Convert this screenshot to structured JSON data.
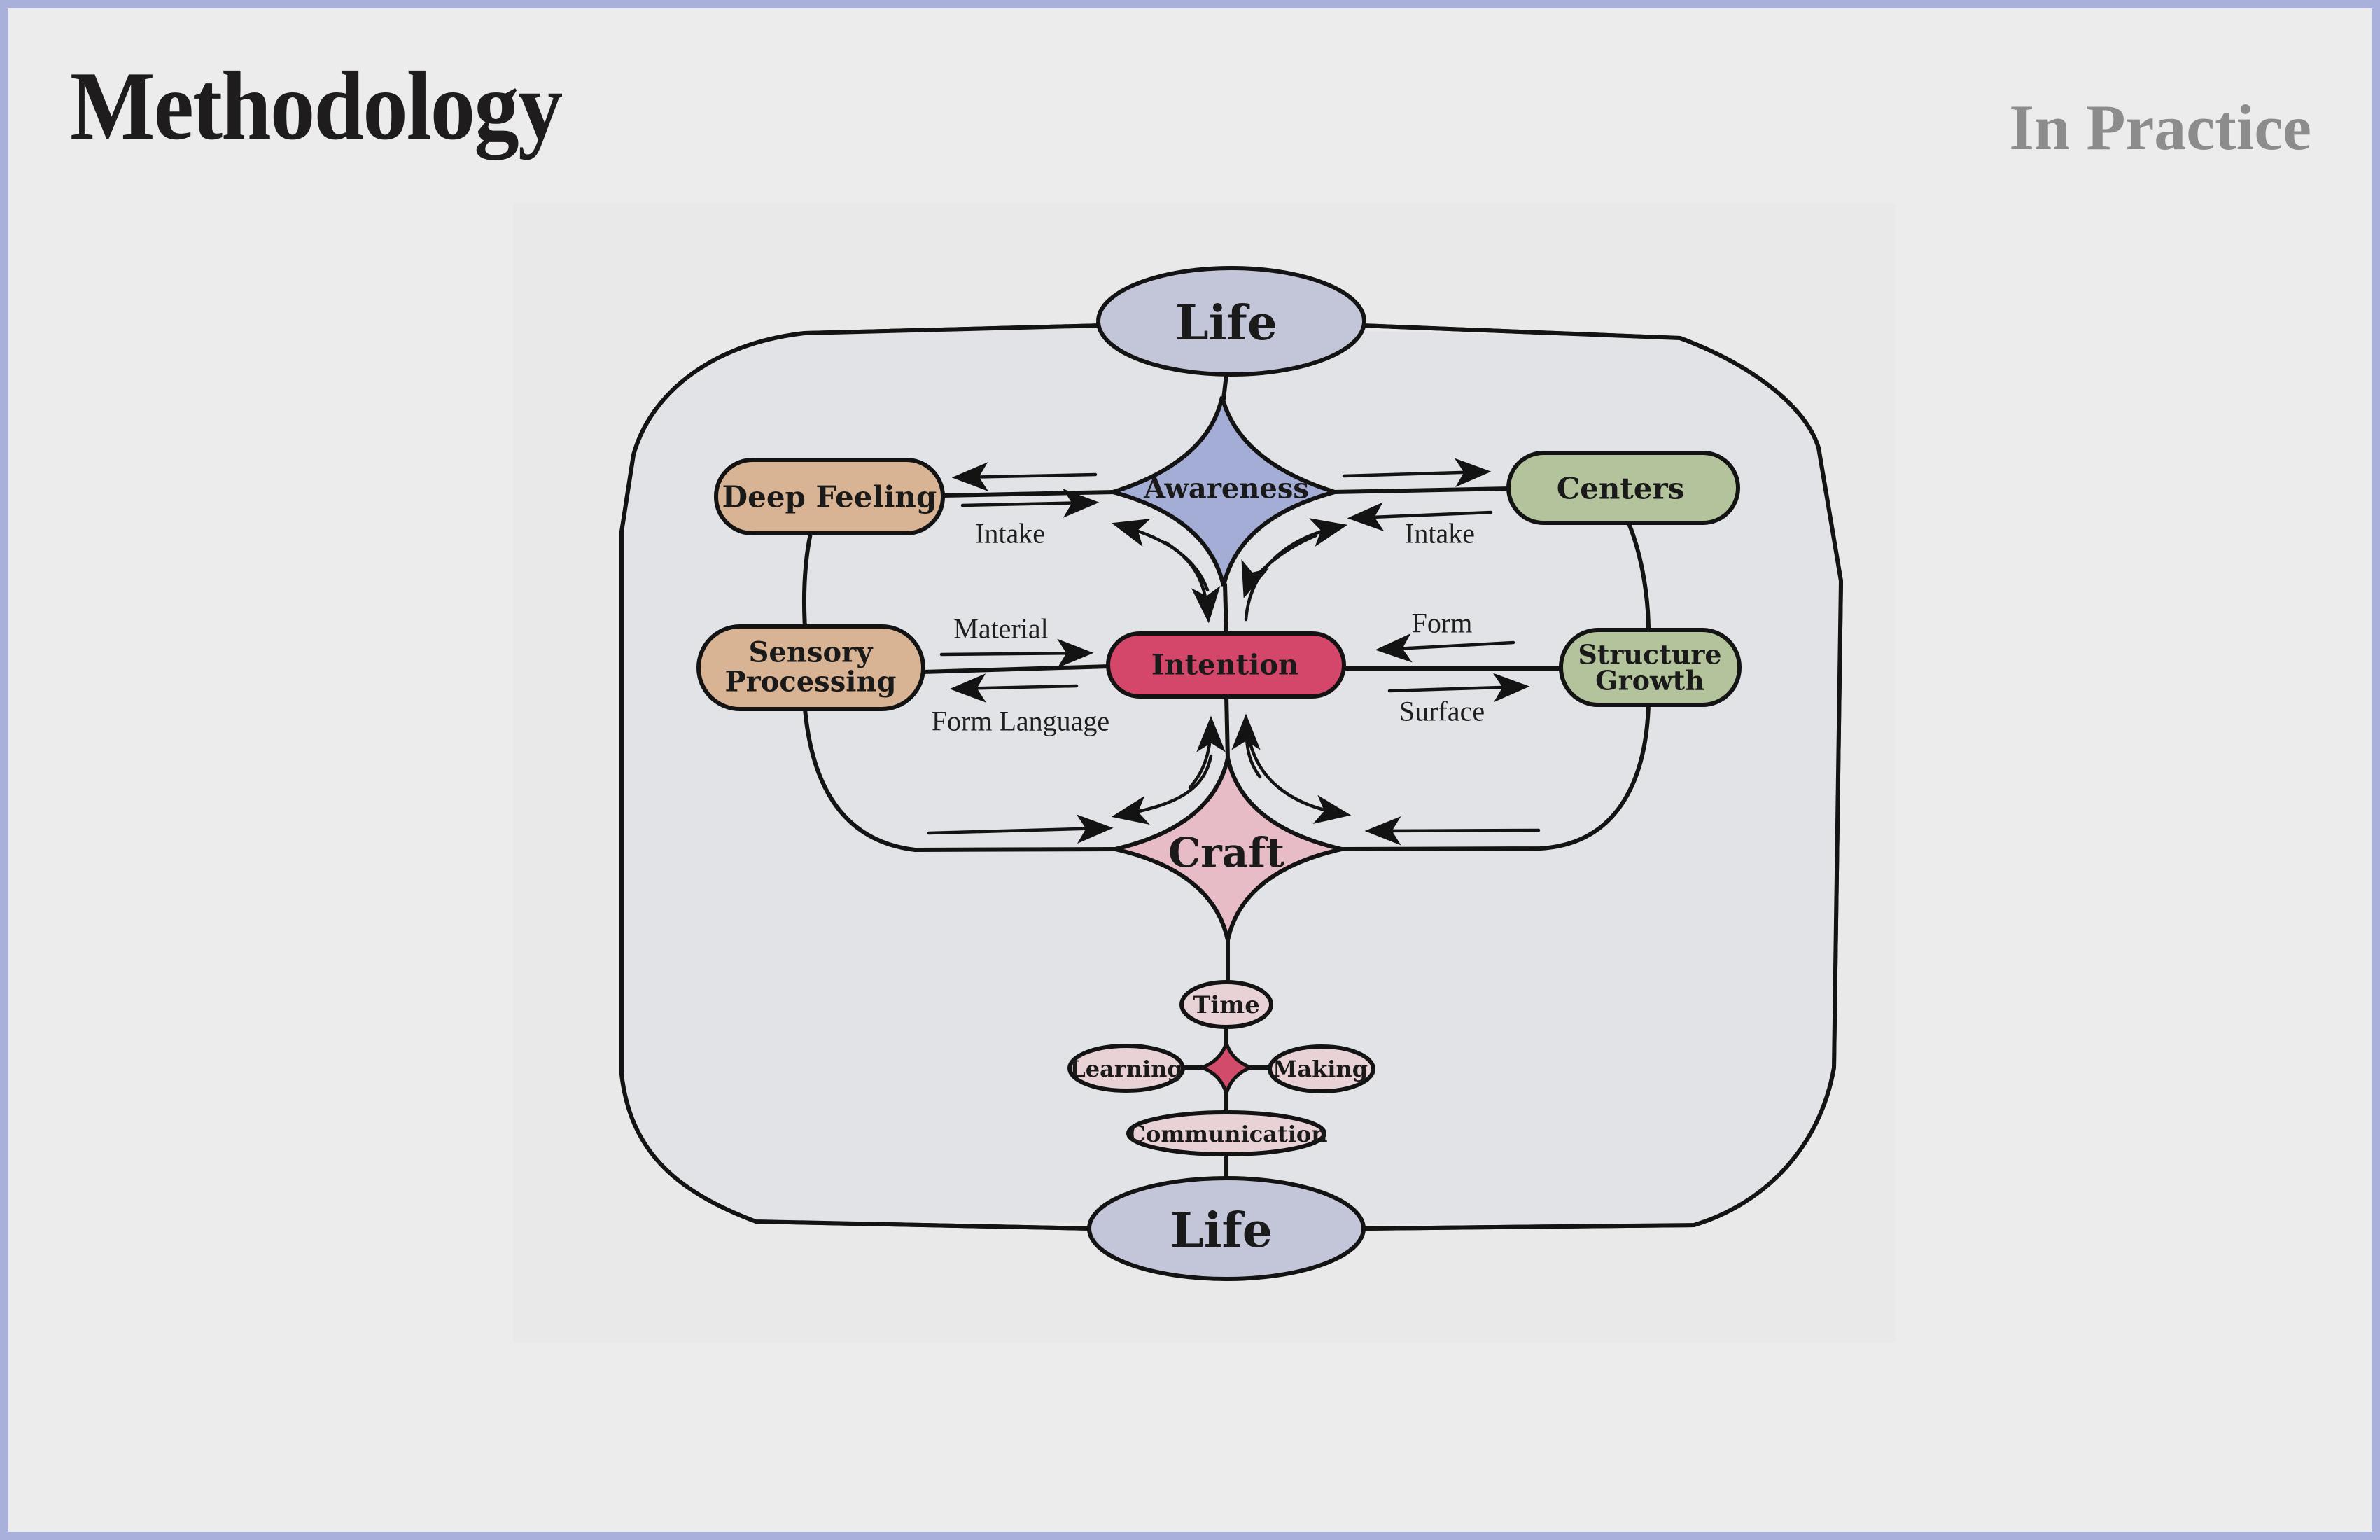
{
  "header": {
    "title": "Methodology",
    "subtitle": "In Practice"
  },
  "colors": {
    "frame_border": "#a9b1da",
    "page_background": "#ececec",
    "panel_background": "#e2e3e6",
    "life": "#c2c6d8",
    "awareness": "#a3add6",
    "intention": "#d5476a",
    "craft": "#e7bcc6",
    "deep_feeling": "#d8b394",
    "sensory_processing": "#d8b394",
    "centers": "#b3c39c",
    "structure_growth": "#b3c39c",
    "craft_subnodes": "#e8d2d6",
    "craft_core": "#d24b6b",
    "title_text": "#1e1c1d",
    "subtitle_text": "#8b8c8b"
  },
  "diagram": {
    "nodes": {
      "life_top": "Life",
      "awareness": "Awareness",
      "deep_feeling": "Deep Feeling",
      "centers": "Centers",
      "intention": "Intention",
      "sensory_processing_line1": "Sensory",
      "sensory_processing_line2": "Processing",
      "structure_growth_line1": "Structure",
      "structure_growth_line2": "Growth",
      "craft": "Craft",
      "time": "Time",
      "learning": "Learning",
      "making": "Making",
      "communication": "Communication",
      "life_bottom": "Life"
    },
    "edge_labels": {
      "intake_left": "Intake",
      "intake_right": "Intake",
      "material": "Material",
      "form_language": "Form Language",
      "form": "Form",
      "surface": "Surface"
    }
  }
}
